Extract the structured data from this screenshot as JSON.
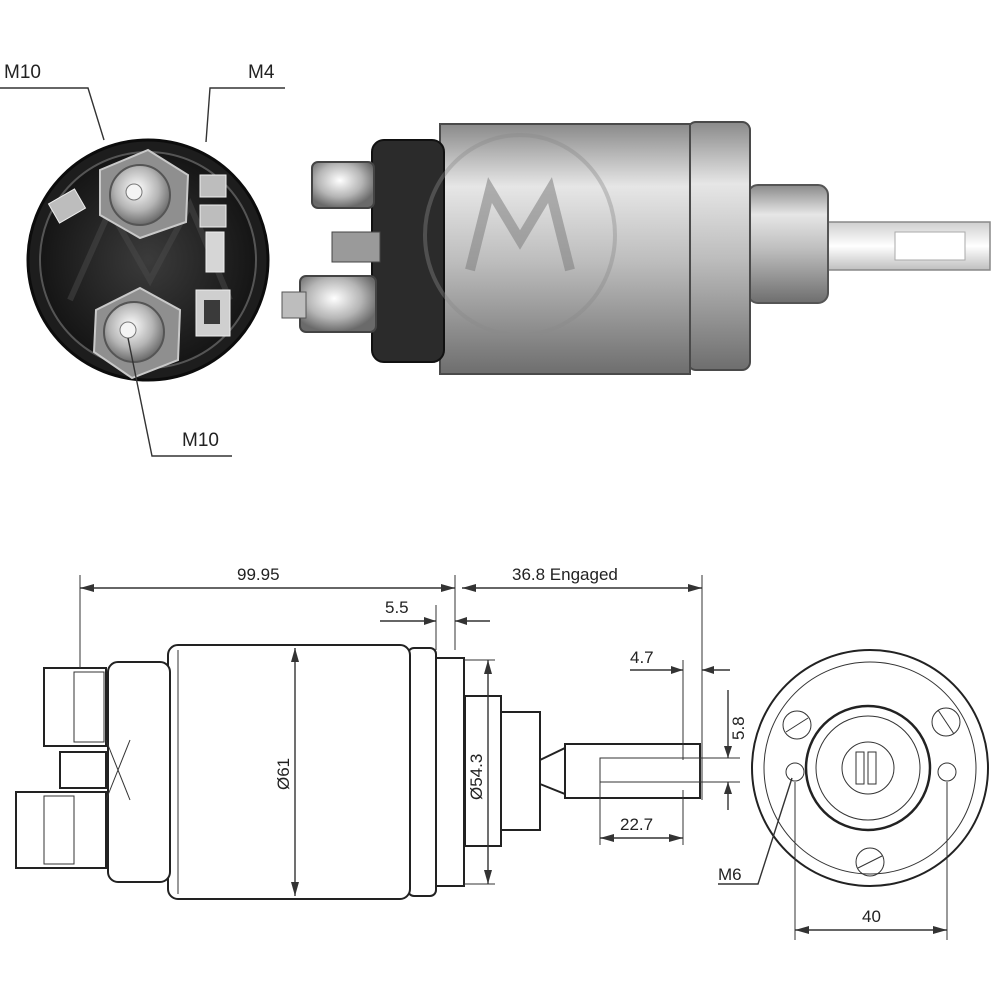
{
  "photo_labels": {
    "top_left_terminal": "M10",
    "small_terminal": "M4",
    "bottom_terminal": "M10"
  },
  "dimensions": {
    "overall_length": "99.95",
    "engaged_stroke": "36.8 Engaged",
    "flange_offset": "5.5",
    "body_diameter": "Ø61",
    "flange_diameter": "Ø54.3",
    "slot_width": "4.7",
    "slot_height": "5.8",
    "plunger_length": "22.7",
    "mount_thread": "M6",
    "mount_spacing": "40"
  },
  "colors": {
    "metal_light": "#d9d9d9",
    "metal_mid": "#9a9a9a",
    "metal_dark": "#3a3a3a",
    "line": "#333333"
  }
}
